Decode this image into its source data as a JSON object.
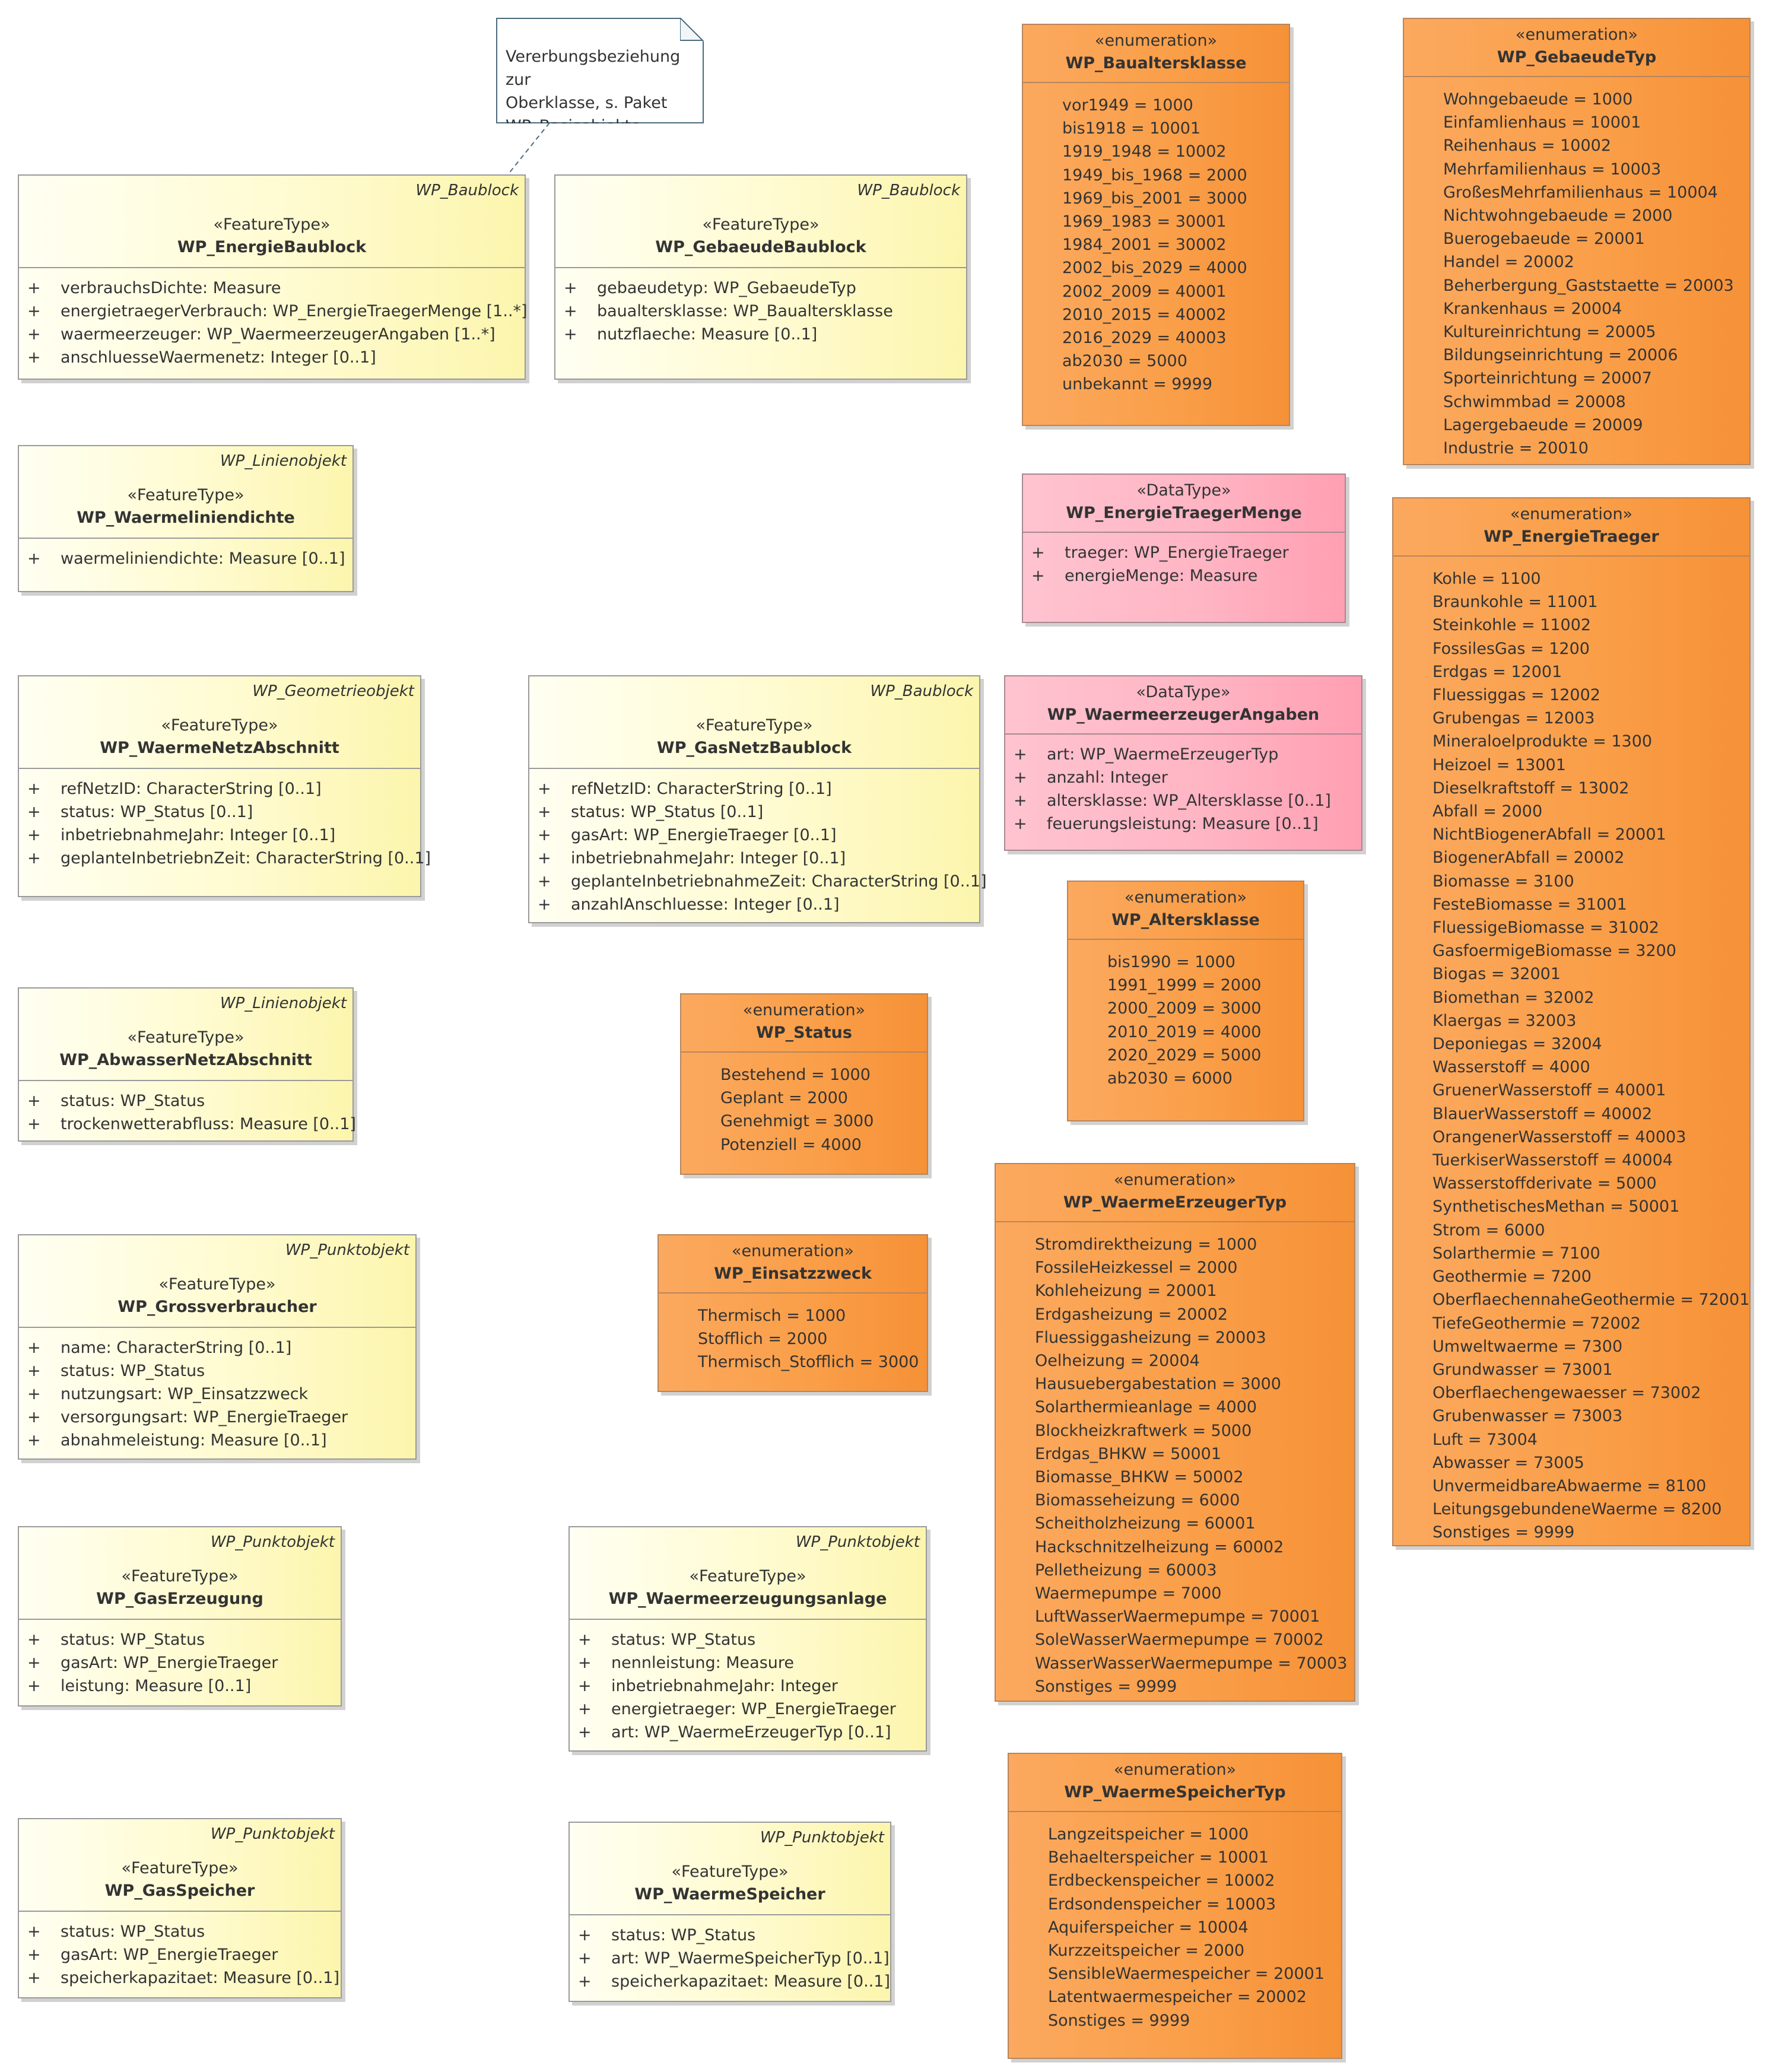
{
  "note": {
    "lines": [
      "Vererbungsbeziehung zur",
      "Oberklasse, s. Paket",
      "WP_Basisobjekte"
    ]
  },
  "feature_types": [
    {
      "parent": "WP_Baublock",
      "stereotype": "«FeatureType»",
      "name": "WP_EnergieBaublock",
      "attributes": [
        {
          "vis": "+",
          "text": "verbrauchsDichte: Measure"
        },
        {
          "vis": "+",
          "text": "energietraegerVerbrauch: WP_EnergieTraegerMenge [1..*]"
        },
        {
          "vis": "+",
          "text": "waermeerzeuger: WP_WaermeerzeugerAngaben [1..*]"
        },
        {
          "vis": "+",
          "text": "anschluesseWaermenetz: Integer [0..1]"
        }
      ]
    },
    {
      "parent": "WP_Baublock",
      "stereotype": "«FeatureType»",
      "name": "WP_GebaeudeBaublock",
      "attributes": [
        {
          "vis": "+",
          "text": "gebaeudetyp: WP_GebaeudeTyp"
        },
        {
          "vis": "+",
          "text": "baualtersklasse: WP_Baualtersklasse"
        },
        {
          "vis": "+",
          "text": "nutzflaeche: Measure [0..1]"
        }
      ]
    },
    {
      "parent": "WP_Linienobjekt",
      "stereotype": "«FeatureType»",
      "name": "WP_Waermeliniendichte",
      "attributes": [
        {
          "vis": "+",
          "text": "waermeliniendichte: Measure [0..1]"
        }
      ]
    },
    {
      "parent": "WP_Geometrieobjekt",
      "stereotype": "«FeatureType»",
      "name": "WP_WaermeNetzAbschnitt",
      "attributes": [
        {
          "vis": "+",
          "text": "refNetzID: CharacterString [0..1]"
        },
        {
          "vis": "+",
          "text": "status: WP_Status [0..1]"
        },
        {
          "vis": "+",
          "text": "inbetriebnahmeJahr: Integer [0..1]"
        },
        {
          "vis": "+",
          "text": "geplanteInbetriebnZeit: CharacterString [0..1]"
        }
      ]
    },
    {
      "parent": "WP_Baublock",
      "stereotype": "«FeatureType»",
      "name": "WP_GasNetzBaublock",
      "attributes": [
        {
          "vis": "+",
          "text": "refNetzID: CharacterString [0..1]"
        },
        {
          "vis": "+",
          "text": "status: WP_Status [0..1]"
        },
        {
          "vis": "+",
          "text": "gasArt: WP_EnergieTraeger [0..1]"
        },
        {
          "vis": "+",
          "text": "inbetriebnahmeJahr: Integer [0..1]"
        },
        {
          "vis": "+",
          "text": "geplanteInbetriebnahmeZeit: CharacterString [0..1]"
        },
        {
          "vis": "+",
          "text": "anzahlAnschluesse: Integer [0..1]"
        }
      ]
    },
    {
      "parent": "WP_Linienobjekt",
      "stereotype": "«FeatureType»",
      "name": "WP_AbwasserNetzAbschnitt",
      "attributes": [
        {
          "vis": "+",
          "text": "status: WP_Status"
        },
        {
          "vis": "+",
          "text": "trockenwetterabfluss: Measure [0..1]"
        }
      ]
    },
    {
      "parent": "WP_Punktobjekt",
      "stereotype": "«FeatureType»",
      "name": "WP_Grossverbraucher",
      "attributes": [
        {
          "vis": "+",
          "text": "name: CharacterString [0..1]"
        },
        {
          "vis": "+",
          "text": "status: WP_Status"
        },
        {
          "vis": "+",
          "text": "nutzungsart: WP_Einsatzzweck"
        },
        {
          "vis": "+",
          "text": "versorgungsart: WP_EnergieTraeger"
        },
        {
          "vis": "+",
          "text": "abnahmeleistung: Measure [0..1]"
        }
      ]
    },
    {
      "parent": "WP_Punktobjekt",
      "stereotype": "«FeatureType»",
      "name": "WP_GasErzeugung",
      "attributes": [
        {
          "vis": "+",
          "text": "status: WP_Status"
        },
        {
          "vis": "+",
          "text": "gasArt: WP_EnergieTraeger"
        },
        {
          "vis": "+",
          "text": "leistung: Measure [0..1]"
        }
      ]
    },
    {
      "parent": "WP_Punktobjekt",
      "stereotype": "«FeatureType»",
      "name": "WP_Waermeerzeugungsanlage",
      "attributes": [
        {
          "vis": "+",
          "text": "status: WP_Status"
        },
        {
          "vis": "+",
          "text": "nennleistung: Measure"
        },
        {
          "vis": "+",
          "text": "inbetriebnahmeJahr: Integer"
        },
        {
          "vis": "+",
          "text": "energietraeger: WP_EnergieTraeger"
        },
        {
          "vis": "+",
          "text": "art: WP_WaermeErzeugerTyp [0..1]"
        }
      ]
    },
    {
      "parent": "WP_Punktobjekt",
      "stereotype": "«FeatureType»",
      "name": "WP_GasSpeicher",
      "attributes": [
        {
          "vis": "+",
          "text": "status: WP_Status"
        },
        {
          "vis": "+",
          "text": "gasArt: WP_EnergieTraeger"
        },
        {
          "vis": "+",
          "text": "speicherkapazitaet: Measure [0..1]"
        }
      ]
    },
    {
      "parent": "WP_Punktobjekt",
      "stereotype": "«FeatureType»",
      "name": "WP_WaermeSpeicher",
      "attributes": [
        {
          "vis": "+",
          "text": "status: WP_Status"
        },
        {
          "vis": "+",
          "text": "art: WP_WaermeSpeicherTyp [0..1]"
        },
        {
          "vis": "+",
          "text": "speicherkapazitaet: Measure [0..1]"
        }
      ]
    }
  ],
  "data_types": [
    {
      "stereotype": "«DataType»",
      "name": "WP_EnergieTraegerMenge",
      "attributes": [
        {
          "vis": "+",
          "text": "traeger: WP_EnergieTraeger"
        },
        {
          "vis": "+",
          "text": "energieMenge: Measure"
        }
      ]
    },
    {
      "stereotype": "«DataType»",
      "name": "WP_WaermeerzeugerAngaben",
      "attributes": [
        {
          "vis": "+",
          "text": "art: WP_WaermeErzeugerTyp"
        },
        {
          "vis": "+",
          "text": "anzahl: Integer"
        },
        {
          "vis": "+",
          "text": "altersklasse: WP_Altersklasse [0..1]"
        },
        {
          "vis": "+",
          "text": "feuerungsleistung: Measure [0..1]"
        }
      ]
    }
  ],
  "enumerations": [
    {
      "stereotype": "«enumeration»",
      "name": "WP_Baualtersklasse",
      "literals": [
        "vor1949 = 1000",
        "bis1918 = 10001",
        "1919_1948 = 10002",
        "1949_bis_1968 = 2000",
        "1969_bis_2001 = 3000",
        "1969_1983 = 30001",
        "1984_2001 = 30002",
        "2002_bis_2029 = 4000",
        "2002_2009 = 40001",
        "2010_2015 = 40002",
        "2016_2029 = 40003",
        "ab2030 = 5000",
        "unbekannt = 9999"
      ]
    },
    {
      "stereotype": "«enumeration»",
      "name": "WP_GebaeudeTyp",
      "literals": [
        "Wohngebaeude = 1000",
        "Einfamlienhaus = 10001",
        "Reihenhaus = 10002",
        "Mehrfamilienhaus = 10003",
        "GroßesMehrfamilienhaus = 10004",
        "Nichtwohngebaeude = 2000",
        "Buerogebaeude = 20001",
        "Handel = 20002",
        "Beherbergung_Gaststaette = 20003",
        "Krankenhaus = 20004",
        "Kultureinrichtung = 20005",
        "Bildungseinrichtung = 20006",
        "Sporteinrichtung = 20007",
        "Schwimmbad = 20008",
        "Lagergebaeude = 20009",
        "Industrie = 20010"
      ]
    },
    {
      "stereotype": "«enumeration»",
      "name": "WP_EnergieTraeger",
      "literals": [
        "Kohle = 1100",
        "Braunkohle = 11001",
        "Steinkohle = 11002",
        "FossilesGas = 1200",
        "Erdgas = 12001",
        "Fluessiggas = 12002",
        "Grubengas = 12003",
        "Mineraloelprodukte = 1300",
        "Heizoel = 13001",
        "Dieselkraftstoff = 13002",
        "Abfall = 2000",
        "NichtBiogenerAbfall = 20001",
        "BiogenerAbfall = 20002",
        "Biomasse = 3100",
        "FesteBiomasse = 31001",
        "FluessigeBiomasse = 31002",
        "GasfoermigeBiomasse = 3200",
        "Biogas = 32001",
        "Biomethan = 32002",
        "Klaergas = 32003",
        "Deponiegas = 32004",
        "Wasserstoff = 4000",
        "GruenerWasserstoff = 40001",
        "BlauerWasserstoff = 40002",
        "OrangenerWasserstoff = 40003",
        "TuerkiserWasserstoff = 40004",
        "Wasserstoffderivate = 5000",
        "SynthetischesMethan = 50001",
        "Strom = 6000",
        "Solarthermie = 7100",
        "Geothermie = 7200",
        "OberflaechennaheGeothermie = 72001",
        "TiefeGeothermie = 72002",
        "Umweltwaerme = 7300",
        "Grundwasser = 73001",
        "Oberflaechengewaesser = 73002",
        "Grubenwasser = 73003",
        "Luft = 73004",
        "Abwasser = 73005",
        "UnvermeidbareAbwaerme = 8100",
        "LeitungsgebundeneWaerme = 8200",
        "Sonstiges = 9999"
      ]
    },
    {
      "stereotype": "«enumeration»",
      "name": "WP_Altersklasse",
      "literals": [
        "bis1990 = 1000",
        "1991_1999 = 2000",
        "2000_2009 = 3000",
        "2010_2019 = 4000",
        "2020_2029 = 5000",
        "ab2030 = 6000"
      ]
    },
    {
      "stereotype": "«enumeration»",
      "name": "WP_Status",
      "literals": [
        "Bestehend = 1000",
        "Geplant = 2000",
        "Genehmigt = 3000",
        "Potenziell = 4000"
      ]
    },
    {
      "stereotype": "«enumeration»",
      "name": "WP_Einsatzzweck",
      "literals": [
        "Thermisch = 1000",
        "Stofflich = 2000",
        "Thermisch_Stofflich = 3000"
      ]
    },
    {
      "stereotype": "«enumeration»",
      "name": "WP_WaermeErzeugerTyp",
      "literals": [
        "Stromdirektheizung = 1000",
        "FossileHeizkessel = 2000",
        "Kohleheizung = 20001",
        "Erdgasheizung = 20002",
        "Fluessiggasheizung = 20003",
        "Oelheizung = 20004",
        "Hausuebergabestation = 3000",
        "Solarthermieanlage = 4000",
        "Blockheizkraftwerk = 5000",
        "Erdgas_BHKW = 50001",
        "Biomasse_BHKW = 50002",
        "Biomasseheizung = 6000",
        "Scheitholzheizung = 60001",
        "Hackschnitzelheizung = 60002",
        "Pelletheizung = 60003",
        "Waermepumpe = 7000",
        "LuftWasserWaermepumpe = 70001",
        "SoleWasserWaermepumpe = 70002",
        "WasserWasserWaermepumpe = 70003",
        "Sonstiges = 9999"
      ]
    },
    {
      "stereotype": "«enumeration»",
      "name": "WP_WaermeSpeicherTyp",
      "literals": [
        "Langzeitspeicher = 1000",
        "Behaelterspeicher = 10001",
        "Erdbeckenspeicher = 10002",
        "Erdsondenspeicher = 10003",
        "Aquiferspeicher = 10004",
        "Kurzzeitspeicher = 2000",
        "SensibleWaermespeicher = 20001",
        "Latentwaermespeicher = 20002",
        "Sonstiges = 9999"
      ]
    }
  ]
}
